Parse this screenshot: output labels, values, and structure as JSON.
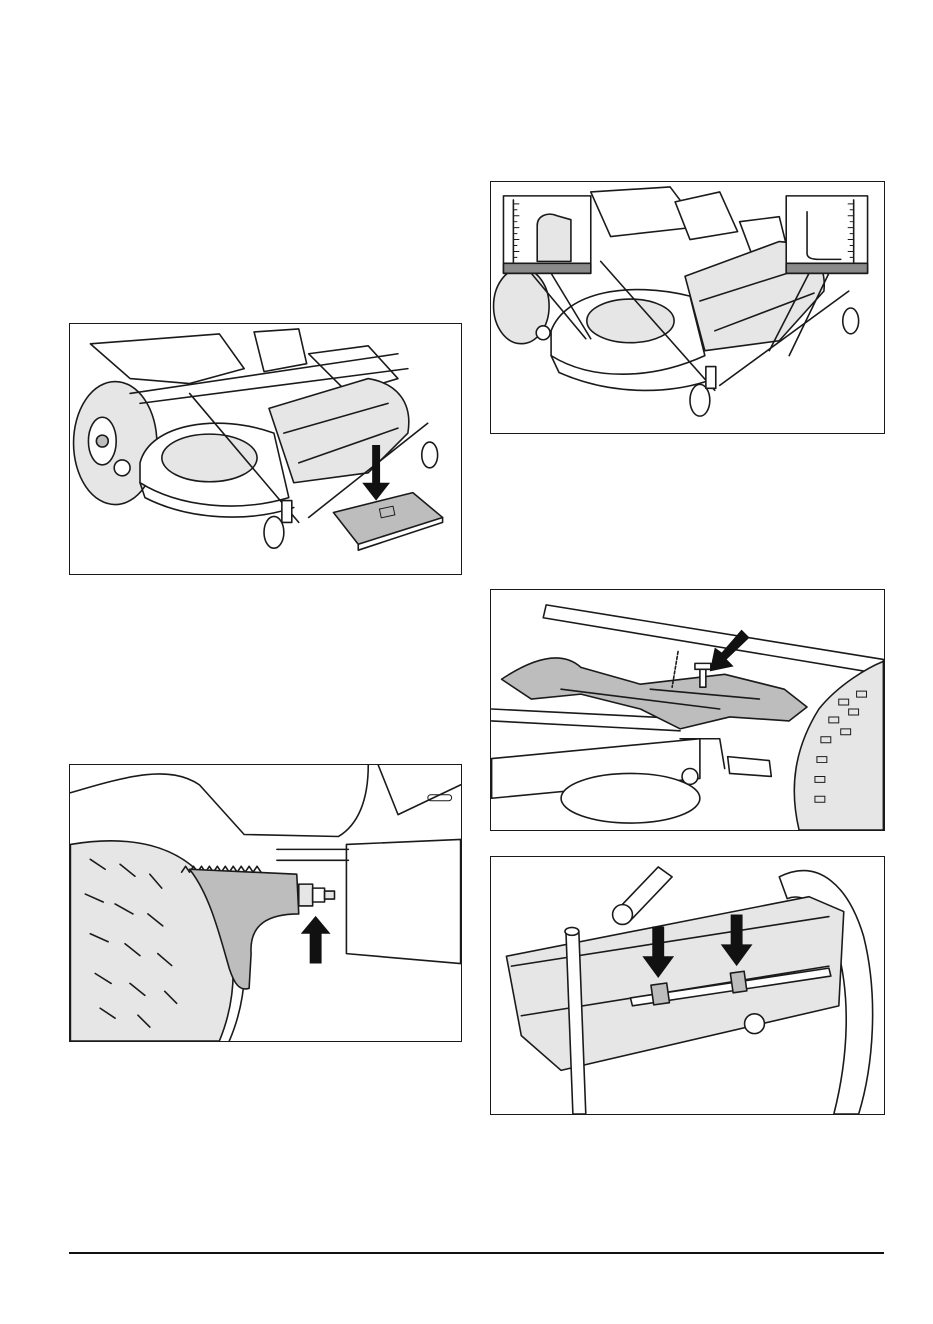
{
  "page": {
    "figures": [
      {
        "id": "fig-deck-lowered-on-block",
        "icons": [
          "down-arrow-icon"
        ]
      },
      {
        "id": "fig-wheel-bracket-bolt",
        "icons": [
          "up-arrow-icon"
        ]
      },
      {
        "id": "fig-deck-measurement-points",
        "icons": [
          "ruler-icon"
        ]
      },
      {
        "id": "fig-chain-bolt",
        "icons": [
          "diagonal-arrow-icon"
        ]
      },
      {
        "id": "fig-rod-adjusters",
        "icons": [
          "down-arrow-icon",
          "down-arrow-icon"
        ]
      }
    ],
    "colors": {
      "line": "#1a1a1a",
      "light_fill": "#e6e6e6",
      "mid_fill": "#bdbdbd",
      "dark_fill": "#8a8a8a",
      "arrow": "#111111"
    }
  }
}
